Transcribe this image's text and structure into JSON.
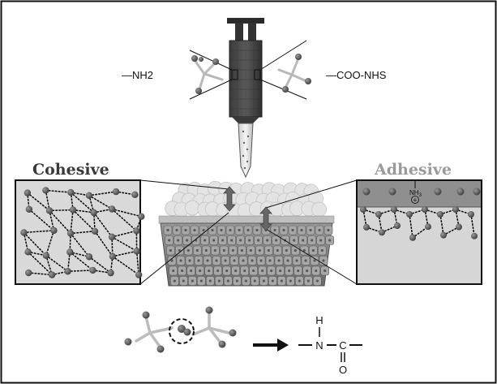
{
  "labels": {
    "amine_group": "—NH2",
    "ester_group": "—COO-NHS",
    "cohesive_title": "Cohesive",
    "adhesive_title": "Adhesive",
    "ammonium": "NH",
    "ammonium_sub": "3",
    "charge": "+"
  },
  "product": {
    "h": "H",
    "n": "N",
    "c": "C",
    "o": "O"
  },
  "colors": {
    "background": "#ffffff",
    "frame": "#111111",
    "cohesive_title": "#3a3a3a",
    "adhesive_title": "#9a9a9a",
    "syringe_body": "#4b4b4b",
    "tissue": "#8e8e8e",
    "sealant_foam": "#dddddd",
    "bead": "#5c5c5c"
  },
  "icons": [
    "syringe-icon",
    "double-arrow-icon",
    "reaction-arrow-icon"
  ]
}
